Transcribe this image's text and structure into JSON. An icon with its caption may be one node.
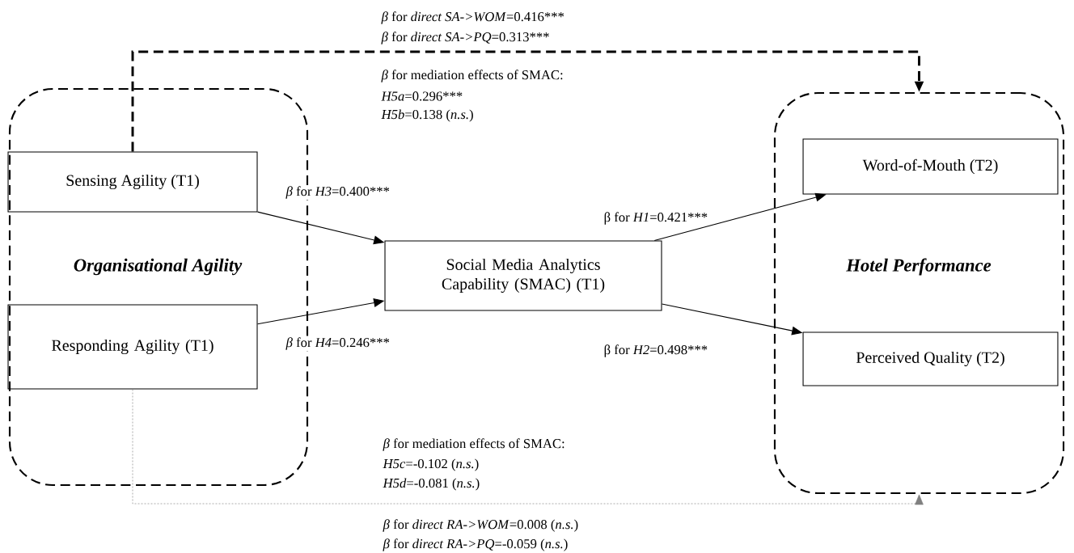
{
  "diagram": {
    "nodes": [
      {
        "text": [
          "Organisational Agility"
        ]
      },
      {
        "text": [
          "Sensing Agility (T1)"
        ],
        "in": 0
      },
      {
        "text": [
          "Responding Agility (T1)"
        ],
        "in": 0
      },
      {
        "text": [
          "Social Media Analytics Capability (SMAC) (T1)"
        ]
      },
      {
        "text": [
          "Hotel Performance"
        ]
      },
      {
        "text": [
          "Word-of-Mouth (T2)"
        ],
        "in": 4
      },
      {
        "text": [
          "Perceived Quality (T2)"
        ],
        "in": 4
      }
    ],
    "edges": [
      {
        "from": 1,
        "to": 3,
        "arrow": "to",
        "label": "*β* for *H3*=0.400***"
      },
      {
        "from": 2,
        "to": 3,
        "arrow": "to",
        "label": "*β* for *H4*=0.246***"
      },
      {
        "from": 3,
        "to": 5,
        "arrow": "to",
        "label": "β for *H1*=0.421***"
      },
      {
        "from": 3,
        "to": 6,
        "arrow": "to",
        "label": "β for *H2*=0.498***"
      },
      {
        "from": 1,
        "to": 4,
        "arrow": "to",
        "style": "dashed"
      },
      {
        "from": 2,
        "to": 4,
        "arrow": "to",
        "style": "dashed",
        "color": "#808080"
      }
    ],
    "labels": [
      "*β* for *direct SA->WOM*=0.416***",
      "*β* for *direct SA->PQ*=0.313***",
      "*β* for mediation effects of SMAC:",
      "*H5a*=0.296***",
      "*H5b*=0.138 (*n.s.*)",
      "*β* for mediation effects of SMAC:",
      "*H5c*=-0.102 (*n.s.*)",
      "*H5d*=-0.081 (*n.s.*)",
      "*β* for *direct RA->WOM*=0.008 (*n.s.*)",
      "*β* for *direct RA->PQ*=-0.059 (*n.s.*)"
    ]
  }
}
